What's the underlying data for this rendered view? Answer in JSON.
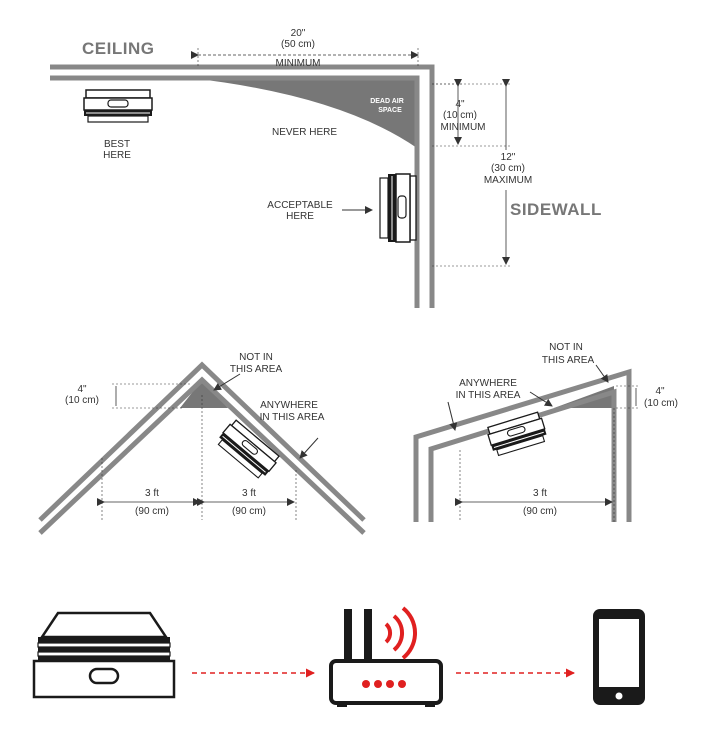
{
  "colors": {
    "wall": "#888888",
    "dead_air": "#777777",
    "text": "#333333",
    "heading": "#777777",
    "alert_red": "#e02020",
    "device_dark": "#1a1a1a"
  },
  "panel_top": {
    "ceiling_label": "CEILING",
    "sidewall_label": "SIDEWALL",
    "min_distance": {
      "line1": "20\"",
      "line2": "(50 cm)",
      "line3": "MINIMUM"
    },
    "dead_air": {
      "line1": "DEAD AIR",
      "line2": "SPACE"
    },
    "never_here": "NEVER HERE",
    "best_here": {
      "line1": "BEST",
      "line2": "HERE"
    },
    "acceptable_here": {
      "line1": "ACCEPTABLE",
      "line2": "HERE"
    },
    "min_4": {
      "line1": "4\"",
      "line2": "(10 cm)",
      "line3": "MINIMUM"
    },
    "max_12": {
      "line1": "12\"",
      "line2": "(30 cm)",
      "line3": "MAXIMUM"
    }
  },
  "panel_peaked": {
    "not_in": {
      "line1": "NOT IN",
      "line2": "THIS AREA"
    },
    "dim_4": {
      "line1": "4\"",
      "line2": "(10 cm)"
    },
    "anywhere": {
      "line1": "ANYWHERE",
      "line2": "IN THIS AREA"
    },
    "left_span": {
      "line1": "3 ft",
      "line2": "(90 cm)"
    },
    "right_span": {
      "line1": "3 ft",
      "line2": "(90 cm)"
    }
  },
  "panel_sloped": {
    "not_in": {
      "line1": "NOT IN",
      "line2": "THIS AREA"
    },
    "anywhere": {
      "line1": "ANYWHERE",
      "line2": "IN THIS AREA"
    },
    "dim_4": {
      "line1": "4\"",
      "line2": "(10 cm)"
    },
    "span": {
      "line1": "3 ft",
      "line2": "(90 cm)"
    }
  },
  "flow": {
    "steps": [
      {
        "icon": "smoke-detector-icon"
      },
      {
        "icon": "wifi-router-icon"
      },
      {
        "icon": "smartphone-icon"
      }
    ]
  }
}
